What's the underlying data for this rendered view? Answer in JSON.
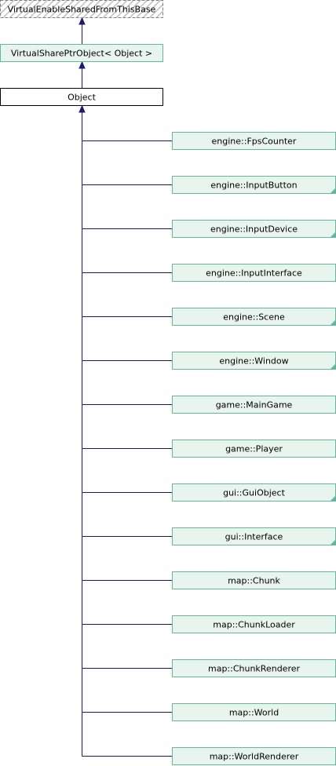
{
  "colors": {
    "edge": "#191970",
    "node_plain_border": "#000000",
    "node_plain_fill": "#ffffff",
    "node_link_border": "#63b8a0",
    "node_link_fill": "#e8f5ee",
    "node_external_border": "#808080",
    "node_external_fill": "#ffffff",
    "hatch": "#c0c0c0"
  },
  "bases": [
    {
      "label": "VirtualEnableSharedFromThisBase",
      "style": "external"
    },
    {
      "label": "VirtualSharePtrObject< Object >",
      "style": "link"
    },
    {
      "label": "Object",
      "style": "plain"
    }
  ],
  "children": [
    {
      "label": "engine::FpsCounter",
      "has_more": false
    },
    {
      "label": "engine::InputButton",
      "has_more": true
    },
    {
      "label": "engine::InputDevice",
      "has_more": true
    },
    {
      "label": "engine::InputInterface",
      "has_more": false
    },
    {
      "label": "engine::Scene",
      "has_more": true
    },
    {
      "label": "engine::Window",
      "has_more": true
    },
    {
      "label": "game::MainGame",
      "has_more": false
    },
    {
      "label": "game::Player",
      "has_more": false
    },
    {
      "label": "gui::GuiObject",
      "has_more": true
    },
    {
      "label": "gui::Interface",
      "has_more": true
    },
    {
      "label": "map::Chunk",
      "has_more": false
    },
    {
      "label": "map::ChunkLoader",
      "has_more": false
    },
    {
      "label": "map::ChunkRenderer",
      "has_more": false
    },
    {
      "label": "map::World",
      "has_more": false
    },
    {
      "label": "map::WorldRenderer",
      "has_more": false
    }
  ]
}
